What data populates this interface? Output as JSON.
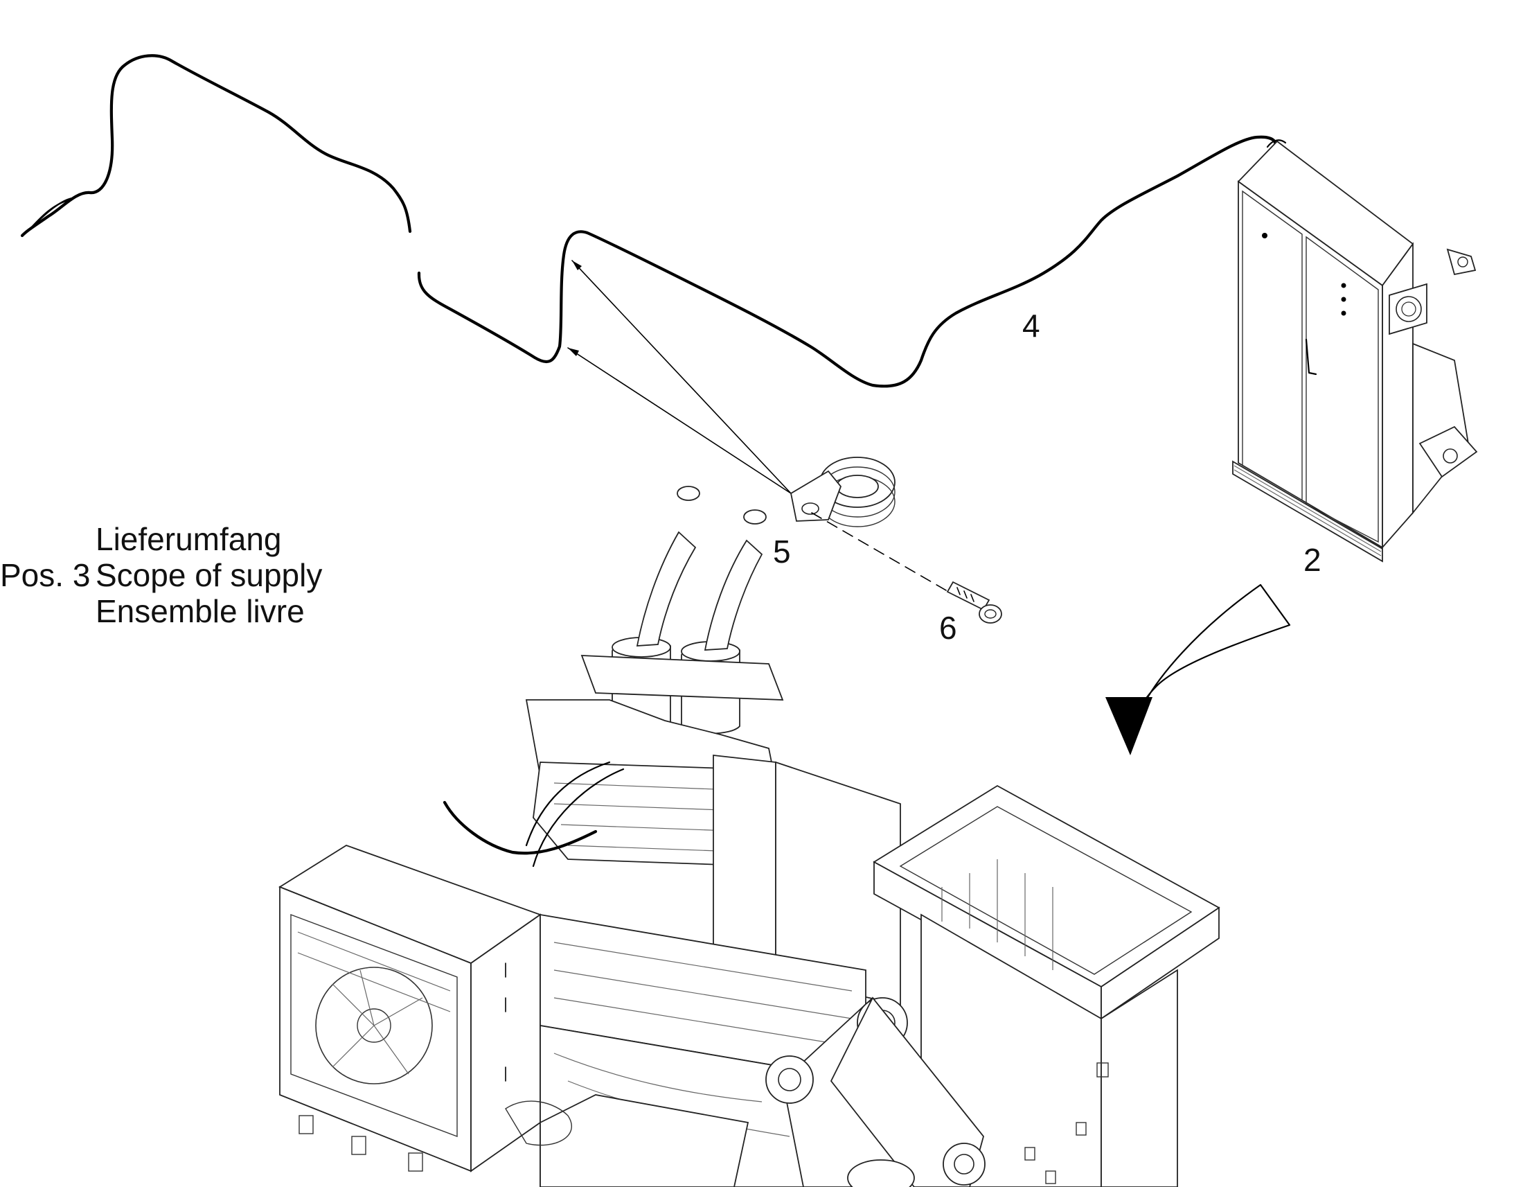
{
  "callouts": {
    "item_2": "2",
    "item_4": "4",
    "item_5": "5",
    "item_6": "6"
  },
  "supply_note": {
    "position": "Pos. 3",
    "line_de": "Lieferumfang",
    "line_en": "Scope of supply",
    "line_fr": "Ensemble livre"
  }
}
